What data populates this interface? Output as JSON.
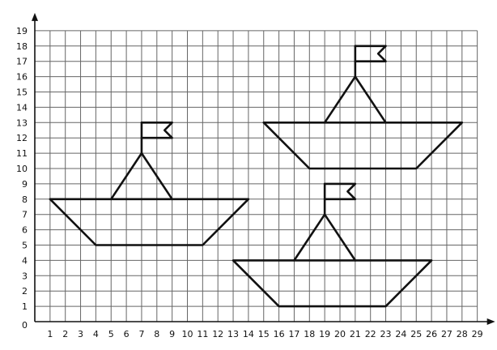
{
  "grid": {
    "x_min": 0,
    "x_max": 29,
    "y_min": 0,
    "y_max": 19,
    "origin_label": "0",
    "x_ticks": [
      1,
      2,
      3,
      4,
      5,
      6,
      7,
      8,
      9,
      10,
      11,
      12,
      13,
      14,
      15,
      16,
      17,
      18,
      19,
      20,
      21,
      22,
      23,
      24,
      25,
      26,
      27,
      28,
      29
    ],
    "y_ticks": [
      1,
      2,
      3,
      4,
      5,
      6,
      7,
      8,
      9,
      10,
      11,
      12,
      13,
      14,
      15,
      16,
      17,
      18,
      19
    ]
  },
  "boats": [
    {
      "id": "left",
      "hull": [
        [
          1,
          8
        ],
        [
          14,
          8
        ],
        [
          11,
          5
        ],
        [
          4,
          5
        ]
      ],
      "sail": [
        [
          5,
          8
        ],
        [
          7,
          11
        ],
        [
          9,
          8
        ]
      ],
      "mast": [
        [
          7,
          11
        ],
        [
          7,
          13
        ]
      ],
      "flag": [
        [
          7,
          13
        ],
        [
          9,
          13
        ],
        [
          8.5,
          12.5
        ],
        [
          9,
          12
        ],
        [
          7,
          12
        ]
      ]
    },
    {
      "id": "top-right",
      "hull": [
        [
          15,
          13
        ],
        [
          28,
          13
        ],
        [
          25,
          10
        ],
        [
          18,
          10
        ]
      ],
      "sail": [
        [
          19,
          13
        ],
        [
          21,
          16
        ],
        [
          23,
          13
        ]
      ],
      "mast": [
        [
          21,
          16
        ],
        [
          21,
          18
        ]
      ],
      "flag": [
        [
          21,
          18
        ],
        [
          23,
          18
        ],
        [
          22.5,
          17.5
        ],
        [
          23,
          17
        ],
        [
          21,
          17
        ]
      ]
    },
    {
      "id": "bottom-right",
      "hull": [
        [
          13,
          4
        ],
        [
          26,
          4
        ],
        [
          23,
          1
        ],
        [
          16,
          1
        ]
      ],
      "sail": [
        [
          17,
          4
        ],
        [
          19,
          7
        ],
        [
          21,
          4
        ]
      ],
      "mast": [
        [
          19,
          7
        ],
        [
          19,
          9
        ]
      ],
      "flag": [
        [
          19,
          9
        ],
        [
          21,
          9
        ],
        [
          20.5,
          8.5
        ],
        [
          21,
          8
        ],
        [
          19,
          8
        ]
      ]
    }
  ],
  "colors": {
    "grid": "#666666",
    "axis": "#111111",
    "shape": "#111111"
  }
}
